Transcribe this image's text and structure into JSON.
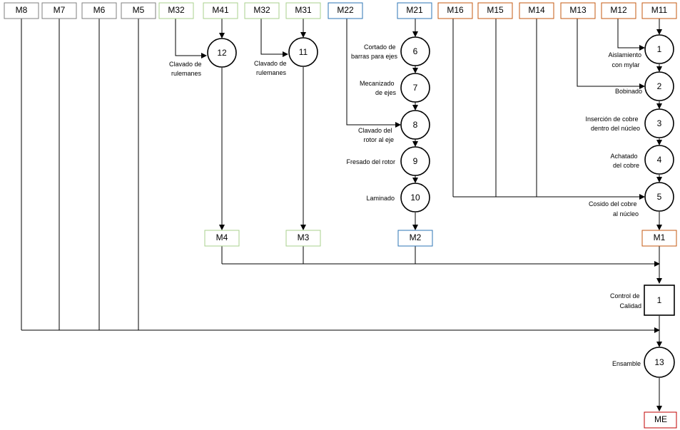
{
  "colors": {
    "gray": "#7f7f7f",
    "green": "#a9d18e",
    "blue": "#2e75b6",
    "orange": "#c55a11",
    "red": "#c00000",
    "line": "#000000"
  },
  "materials_top": {
    "m8": "M8",
    "m7": "M7",
    "m6": "M6",
    "m5": "M5",
    "m32a": "M32",
    "m41": "M41",
    "m32b": "M32",
    "m31": "M31",
    "m22": "M22",
    "m21": "M21",
    "m16": "M16",
    "m15": "M15",
    "m14": "M14",
    "m13": "M13",
    "m12": "M12",
    "m11": "M11"
  },
  "materials_mid": {
    "m4": "M4",
    "m3": "M3",
    "m2": "M2",
    "m1": "M1"
  },
  "final_product": "ME",
  "operations": {
    "op1": {
      "num": "1",
      "label": [
        "Aislamiento",
        "con mylar"
      ]
    },
    "op2": {
      "num": "2",
      "label": [
        "Bobinado"
      ]
    },
    "op3": {
      "num": "3",
      "label": [
        "Inserción de cobre",
        "dentro del núcleo"
      ]
    },
    "op4": {
      "num": "4",
      "label": [
        "Achatado",
        "del cobre"
      ]
    },
    "op5": {
      "num": "5",
      "label": [
        "Cosido del cobre",
        "al núcleo"
      ]
    },
    "op6": {
      "num": "6",
      "label": [
        "Cortado de",
        "barras para ejes"
      ]
    },
    "op7": {
      "num": "7",
      "label": [
        "Mecanizado",
        "de ejes"
      ]
    },
    "op8": {
      "num": "8",
      "label": [
        "Clavado del",
        "rotor al eje"
      ]
    },
    "op9": {
      "num": "9",
      "label": [
        "Fresado del rotor"
      ]
    },
    "op10": {
      "num": "10",
      "label": [
        "Laminado"
      ]
    },
    "op11": {
      "num": "11",
      "label": [
        "Clavado de",
        "rulemanes"
      ]
    },
    "op12": {
      "num": "12",
      "label": [
        "Clavado de",
        "rulemanes"
      ]
    },
    "op13": {
      "num": "13",
      "label": [
        "Ensamble"
      ]
    }
  },
  "inspection": {
    "num": "1",
    "label": [
      "Control de",
      "Calidad"
    ]
  }
}
